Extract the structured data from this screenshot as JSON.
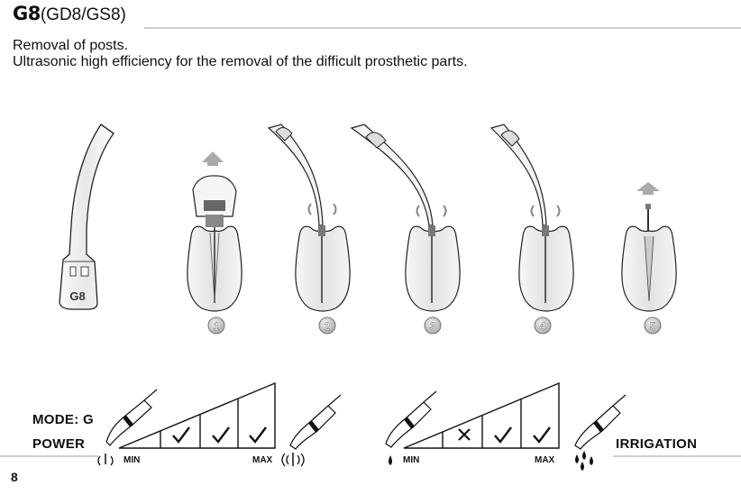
{
  "header": {
    "model": "G8",
    "variants": "(GD8/GS8)",
    "line1": "Removal of posts.",
    "line2": "Ultrasonic high efficiency for the removal of the difficult prosthetic parts."
  },
  "tip_label": "G8",
  "steps": [
    "1",
    "2",
    "3",
    "4",
    "5"
  ],
  "mode": {
    "mode_label": "MODE: G",
    "power_label": "POWER",
    "irrigation_label": "IRRIGATION",
    "min_label": "MIN",
    "max_label": "MAX"
  },
  "power_settings": [
    "check",
    "check",
    "check"
  ],
  "irrigation_settings": [
    "cross",
    "check",
    "check"
  ],
  "page_number": "8"
}
